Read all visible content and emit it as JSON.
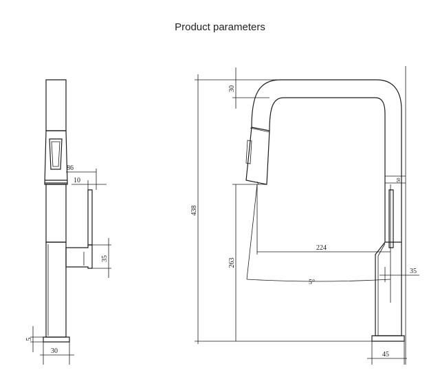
{
  "title": "Product parameters",
  "side_view": {
    "dims": {
      "handle_length": "86",
      "handle_offset": "10",
      "handle_height": "35",
      "base_height": "5",
      "base_width": "30"
    }
  },
  "front_view": {
    "dims": {
      "spout_thickness": "30",
      "small_mark": "50",
      "total_height": "438",
      "spout_height": "263",
      "reach": "224",
      "body_width": "35",
      "angle": "5°",
      "base_width": "45"
    }
  },
  "colors": {
    "line": "#1a1a1a",
    "background": "#ffffff"
  }
}
